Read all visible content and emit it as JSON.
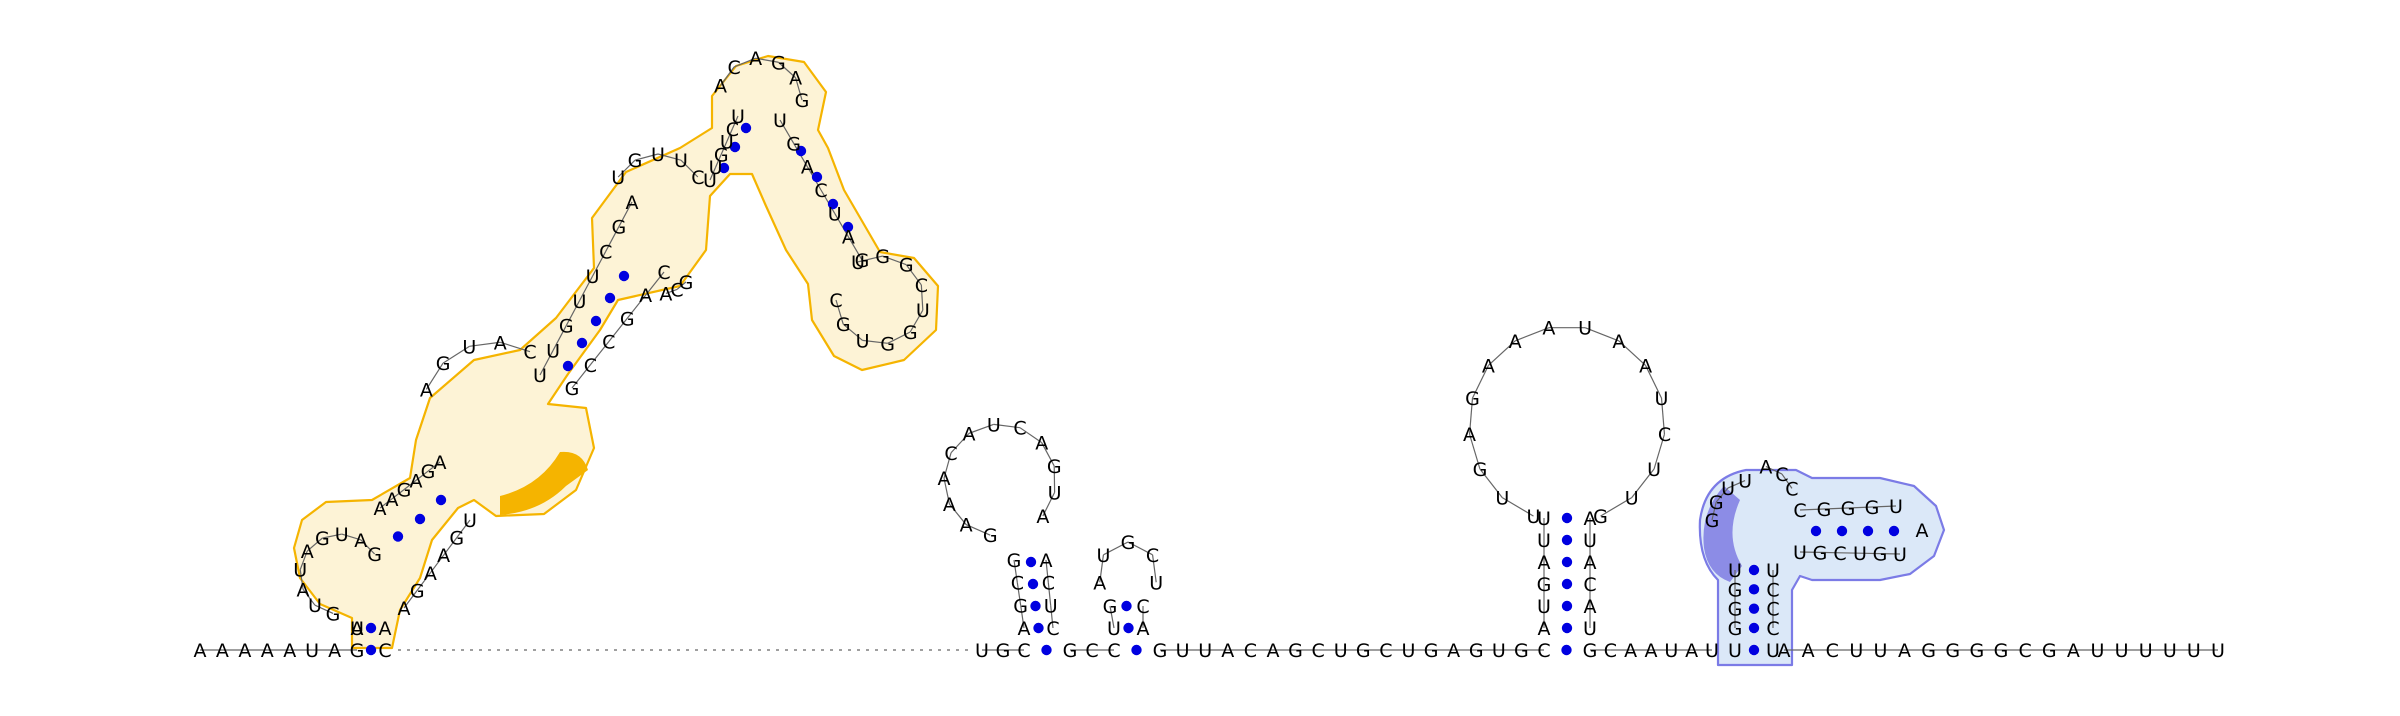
{
  "diagram": {
    "type": "rna-secondary-structure",
    "colors": {
      "highlight_orange": "#f5b400",
      "highlight_orange_fill": "#fdf3d6",
      "highlight_blue_outline": "#7b7be6",
      "highlight_blue_fill": "#dbe8f8",
      "highlight_blue_dark": "#8c8ce6",
      "base_pair_dot": "#0000e0",
      "backbone": "#666666"
    },
    "sequence_5prime": "AAAAAUAG",
    "sequence_linker": "UGC",
    "sequence_mid": "GCC",
    "sequence_mid2": "GUUACAGCUGCUGAGUGC",
    "sequence_after_hairpin": "GCAAUAU",
    "sequence_3prime": "AACUUAGGGGCGAUUUUUU",
    "domain1": {
      "highlight": "orange",
      "stem_5": "UA",
      "stem_3": "AC",
      "loop1": "GUAUAGUAG",
      "strand_left": "AAGAGA",
      "interior_top": "AGUAC",
      "strand_right2": "AGAAGU",
      "highlighted_segment": "UCCUUG",
      "helix_left": "UUGUUCGA",
      "helix_right": "GCCGAC",
      "branch_stem_left": "UUGUCU",
      "hairpin1": "ACAGAG",
      "branch_stem_right": "UGACUAG",
      "hairpin2": "UGGCUGGUGC"
    },
    "hairpin_a": {
      "stem_bottom_5": "AGCG",
      "stem_bottom_3": "CUCA",
      "loop": "GAAACAUCAGUA"
    },
    "hairpin_b": {
      "stem_5": "UG",
      "stem_3": "AC",
      "loop": "AUGCU"
    },
    "hairpin_c": {
      "stem_5": "AUGAUU",
      "stem_3": "UACAUA",
      "loop": "UUGAGAAAUAAUCUUG"
    },
    "domain3": {
      "highlight": "blue",
      "stem_5": "GGGU",
      "stem_3": "CCCU",
      "dark_segment": "GGUU",
      "loop_top": "ACC",
      "helix_top": "CGGGU",
      "helix_bottom": "UGCUGU",
      "tip": "A"
    }
  }
}
